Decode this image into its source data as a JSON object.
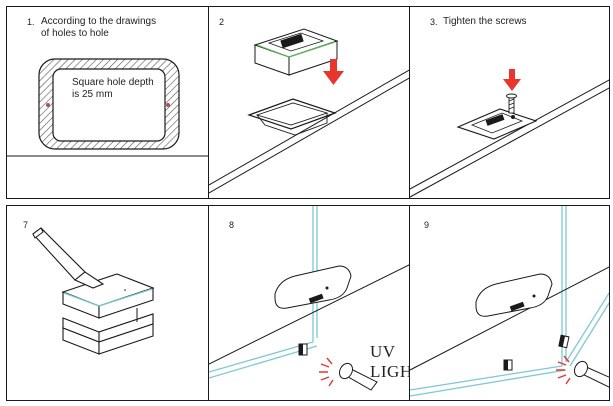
{
  "steps": [
    {
      "number": "1.",
      "caption": "According to the drawings of holes to hole",
      "caption_line1": "According to the drawings",
      "caption_line2": "of holes to hole",
      "note_line1": "Square hole depth",
      "note_line2": "is 25 mm"
    },
    {
      "number": "2",
      "caption": ""
    },
    {
      "number": "3.",
      "caption": "Tighten the screws"
    },
    {
      "number": "7",
      "caption": ""
    },
    {
      "number": "8",
      "caption": "",
      "label": "UV LIGHT"
    },
    {
      "number": "9",
      "caption": ""
    }
  ],
  "colors": {
    "arrow_red": "#e8352e",
    "glass_cyan": "#7ec8d4",
    "uv_red": "#e8352e",
    "line": "#1a1a1a",
    "hatch": "#555555"
  }
}
